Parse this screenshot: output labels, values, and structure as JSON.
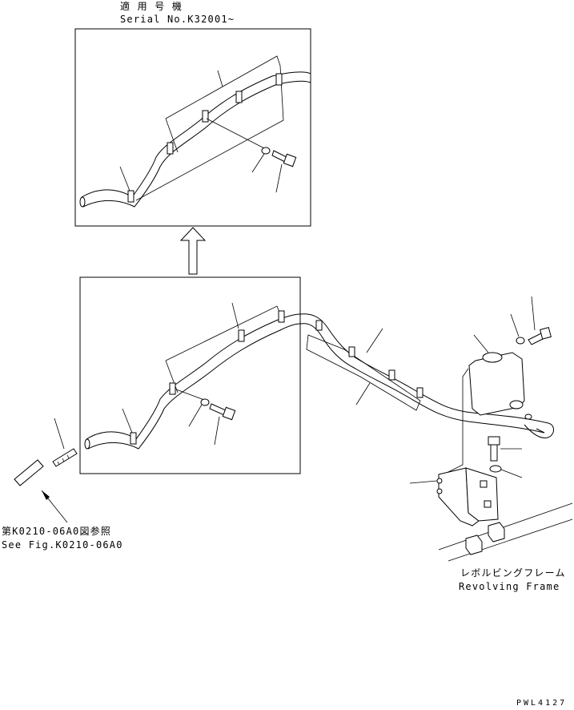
{
  "header": {
    "applicable_jp": "適 用 号 機",
    "serial": "Serial No.K32001~"
  },
  "reference": {
    "jp": "第K0210-06A0図参照",
    "en": "See Fig.K0210-06A0"
  },
  "frame": {
    "jp": "レボルビングフレーム",
    "en": "Revolving Frame"
  },
  "drawing_code": "PWL4127"
}
